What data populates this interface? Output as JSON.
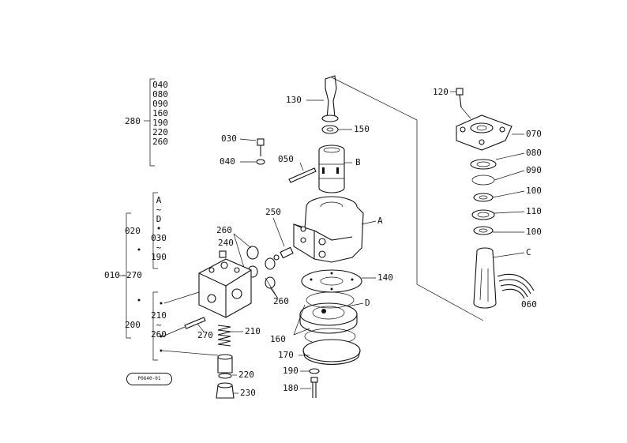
{
  "labels": {
    "p130": "130",
    "p150": "150",
    "p030": "030",
    "p040": "040",
    "p050": "050",
    "pB": "B",
    "pA": "A",
    "p250": "250",
    "p260a": "260",
    "p240": "240",
    "p260b": "260",
    "p140": "140",
    "pD": "D",
    "p160": "160",
    "p170": "170",
    "p190": "190",
    "p180": "180",
    "p210": "210",
    "p270": "270",
    "p220": "220",
    "p230": "230",
    "p120": "120",
    "p070": "070",
    "p080": "080",
    "p090": "090",
    "p100a": "100",
    "p110": "110",
    "p100b": "100",
    "pC": "C",
    "p060": "060",
    "p280": "280",
    "p010": "010",
    "p020": "020",
    "p200": "200"
  },
  "kit280": {
    "items": [
      "040",
      "080",
      "090",
      "160",
      "190",
      "220",
      "260"
    ]
  },
  "kit020": {
    "range": [
      "A",
      "D",
      "030",
      "190"
    ]
  },
  "kit200": {
    "range": [
      "210",
      "260"
    ]
  },
  "kit010": {
    "code": "270"
  },
  "ref": {
    "code": "P0640-01"
  }
}
